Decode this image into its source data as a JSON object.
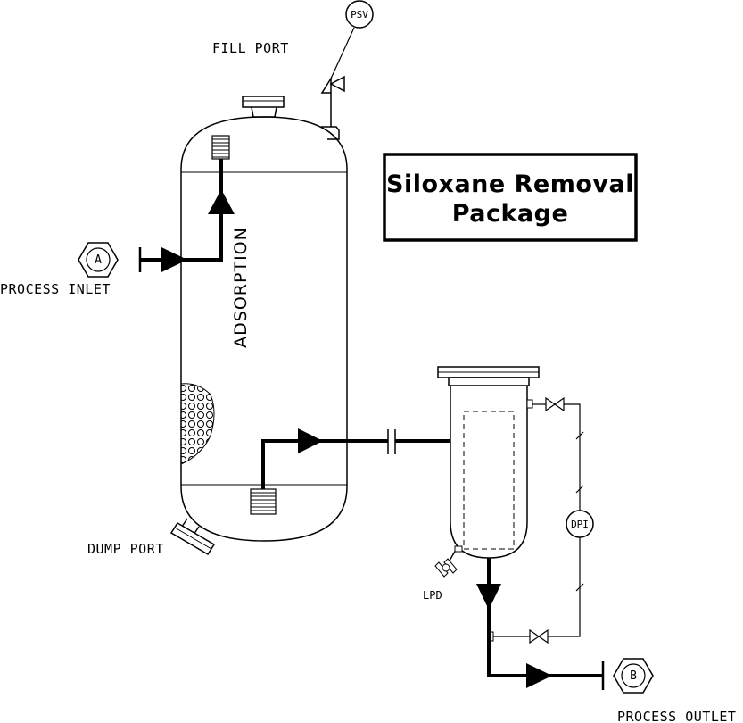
{
  "title": {
    "line1": "Siloxane Removal",
    "line2": "Package"
  },
  "labels": {
    "fill_port": "FILL PORT",
    "psv": "PSV",
    "process_inlet": "PROCESS INLET",
    "inlet_tag": "A",
    "adsorption": "ADSORPTION",
    "dump_port": "DUMP PORT",
    "lpd": "LPD",
    "dpi": "DPI",
    "outlet_tag": "B",
    "process_outlet": "PROCESS OUTLET"
  }
}
